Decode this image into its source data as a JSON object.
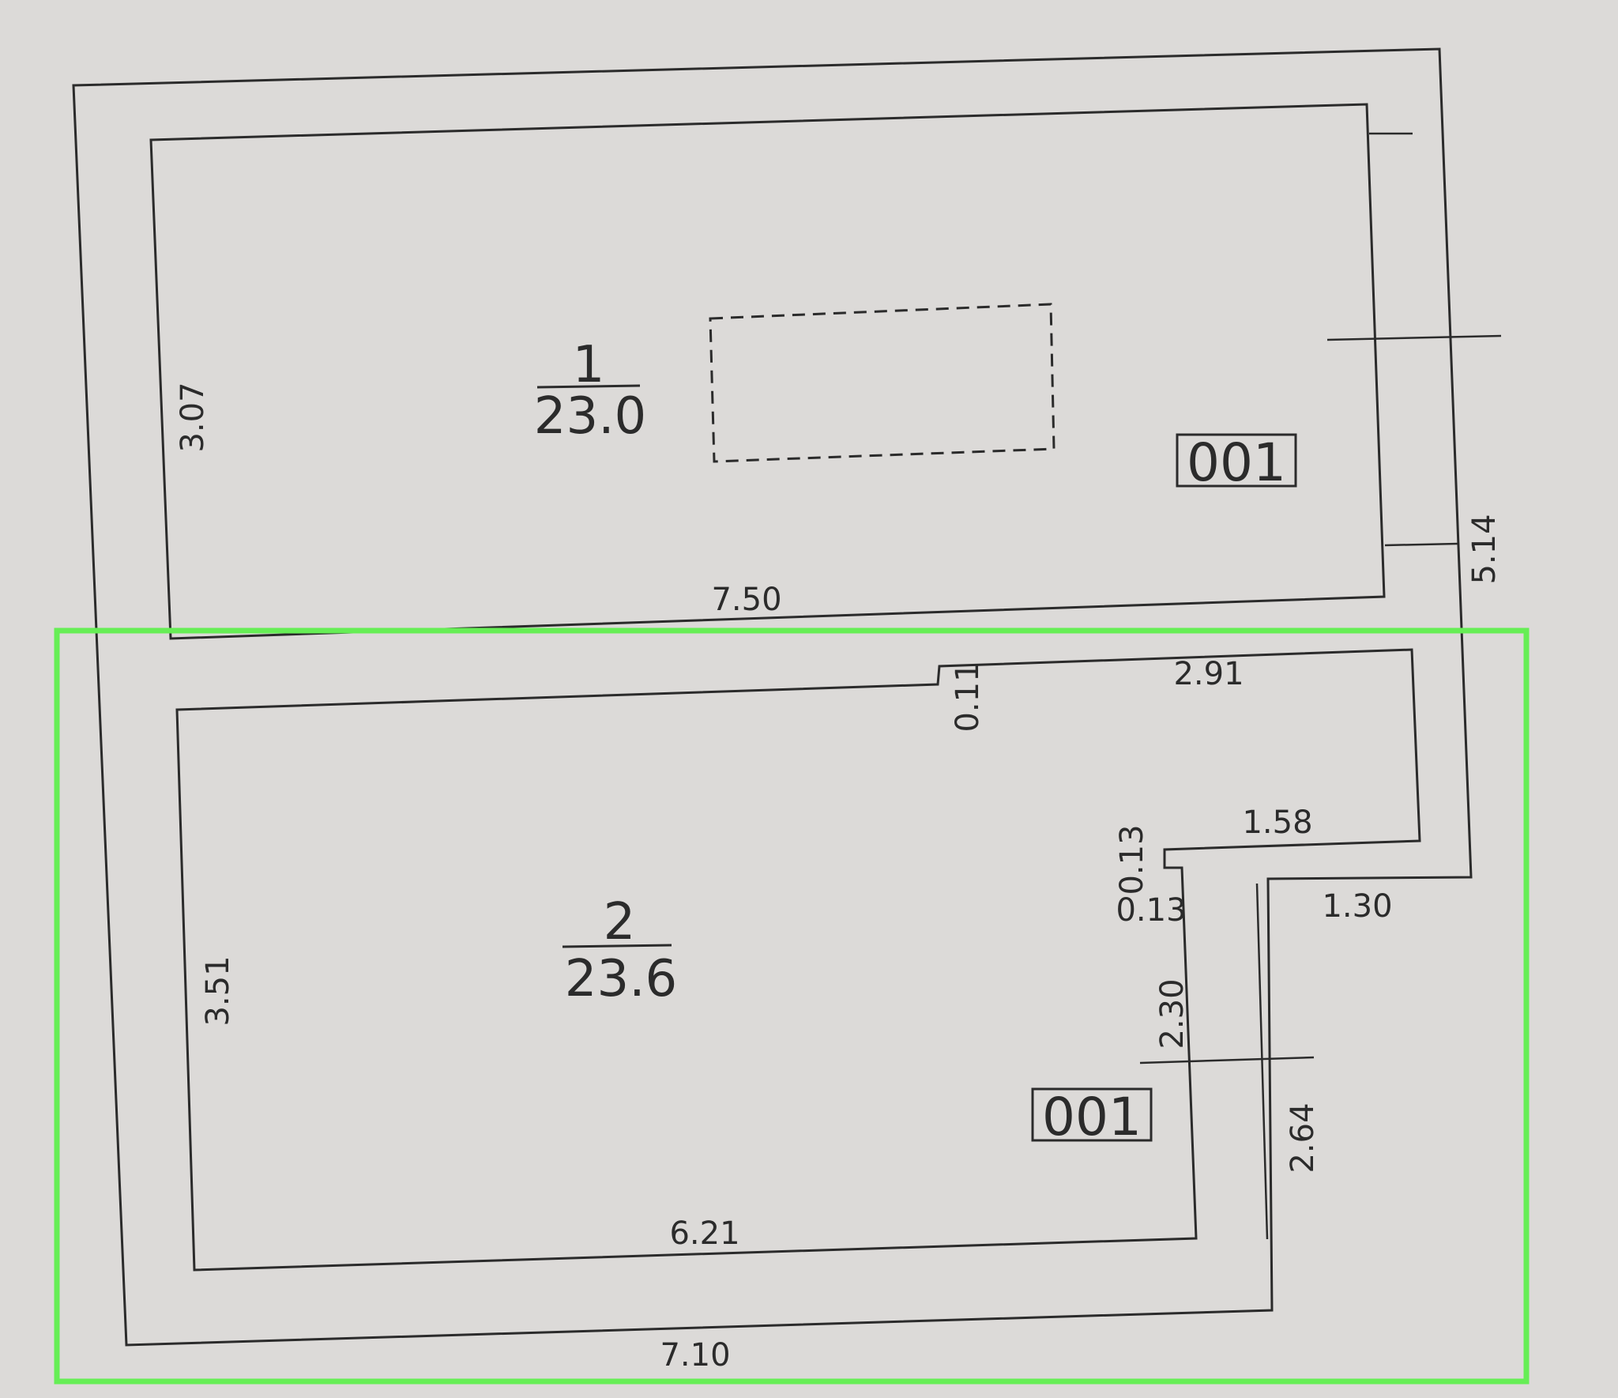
{
  "rooms": [
    {
      "number": "1",
      "area": "23.0",
      "tag": "001"
    },
    {
      "number": "2",
      "area": "23.6",
      "tag": "001"
    }
  ],
  "dimensions": {
    "room1_height": "3.07",
    "room1_width": "7.50",
    "right_total": "5.14",
    "step_a": "0.11",
    "top_right": "2.91",
    "ledge": "1.58",
    "step_b": "0.13",
    "step_c": "0.13",
    "corridor_width": "1.30",
    "room2_height": "3.51",
    "niche_height": "2.30",
    "corridor_height": "2.64",
    "room2_width": "6.21",
    "overall_width": "7.10"
  },
  "colors": {
    "line": "#2b2b2b",
    "paper": "#dcdad8",
    "highlight": "#66ee55"
  }
}
